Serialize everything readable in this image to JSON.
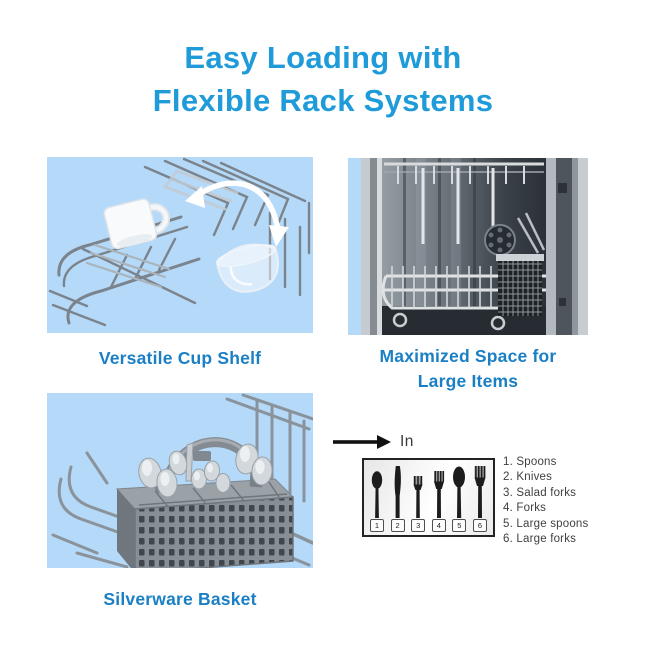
{
  "title": {
    "line1": "Easy Loading with",
    "line2": "Flexible Rack Systems"
  },
  "panels": {
    "cup_shelf": {
      "caption": "Versatile Cup Shelf"
    },
    "large_items": {
      "caption_line1": "Maximized Space for",
      "caption_line2": "Large Items"
    },
    "silverware_basket": {
      "caption": "Silverware Basket"
    }
  },
  "diagram": {
    "direction_label": "In",
    "slots": [
      {
        "num": "1",
        "item": "spoon"
      },
      {
        "num": "2",
        "item": "knife"
      },
      {
        "num": "3",
        "item": "salad-fork"
      },
      {
        "num": "4",
        "item": "fork"
      },
      {
        "num": "5",
        "item": "large-spoon"
      },
      {
        "num": "6",
        "item": "large-fork"
      }
    ],
    "legend": [
      "1. Spoons",
      "2. Knives",
      "3. Salad forks",
      "4. Forks",
      "5. Large spoons",
      "6. Large forks"
    ]
  },
  "colors": {
    "title_blue": "#1E9BD8",
    "caption_blue": "#1A7FC4",
    "panel_bg": "#B5D9F8",
    "legend_text": "#3F3F3F",
    "silhouette": "#1C1C1C"
  }
}
